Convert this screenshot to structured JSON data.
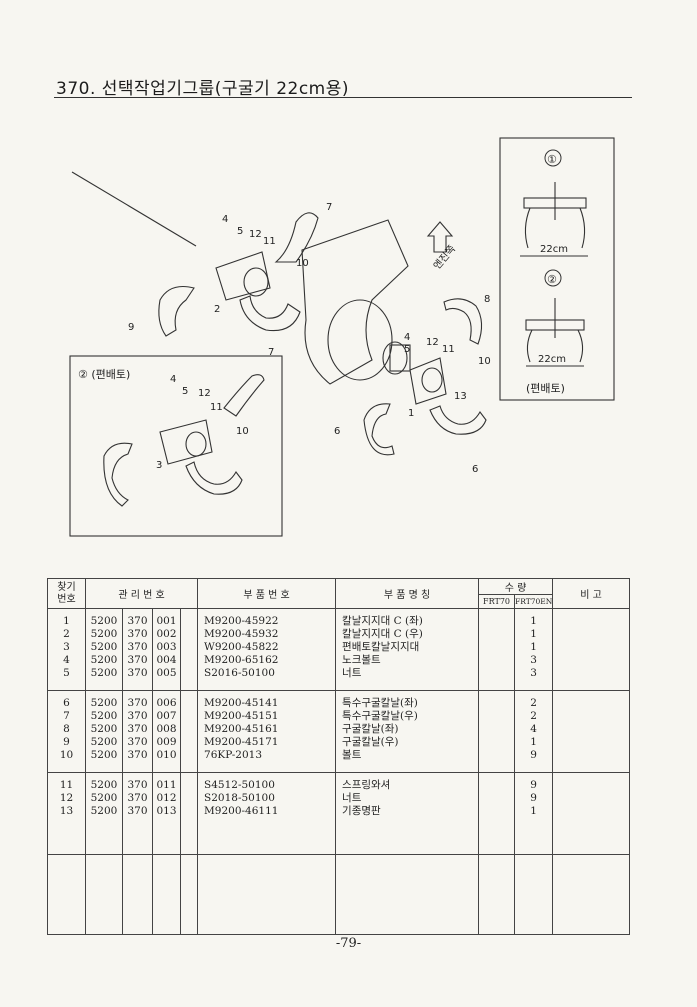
{
  "page": {
    "title": "370. 선택작업기그룹(구굴기 22cm용)",
    "page_number": "-79-"
  },
  "diagram": {
    "engine_direction_label": "엔진쪽",
    "inset_label": "② (편배토)",
    "side_box": {
      "marker_1": "①",
      "marker_2": "②",
      "dim_1": "22cm",
      "dim_2": "22cm",
      "caption": "(편배토)"
    },
    "callouts": {
      "main_4": "4",
      "main_5": "5",
      "main_12": "12",
      "main_11": "11",
      "main_7a": "7",
      "main_10": "10",
      "main_2": "2",
      "main_9": "9",
      "main_7b": "7",
      "right_8": "8",
      "right_4": "4",
      "right_12": "12",
      "right_5": "5",
      "right_11": "11",
      "right_10": "10",
      "right_13": "13",
      "right_1": "1",
      "right_6a": "6",
      "right_6b": "6",
      "inset_4": "4",
      "inset_5": "5",
      "inset_12": "12",
      "inset_11": "11",
      "inset_10": "10",
      "inset_3": "3"
    }
  },
  "table": {
    "headers": {
      "no": "찾기\n번호",
      "mgmt": "관 리 번 호",
      "part_no": "부 품 번 호",
      "part_name": "부 품 명 칭",
      "qty": "수 량",
      "qty_a": "FRT70",
      "qty_b": "FRT70EN",
      "remark": "비 고"
    },
    "groups": [
      [
        {
          "no": "1",
          "m1": "5200",
          "m2": "370",
          "m3": "001",
          "part_no": "M9200-45922",
          "name": "칼날지지대 C (좌)",
          "qa": "",
          "qb": "1"
        },
        {
          "no": "2",
          "m1": "5200",
          "m2": "370",
          "m3": "002",
          "part_no": "M9200-45932",
          "name": "칼날지지대 C (우)",
          "qa": "",
          "qb": "1"
        },
        {
          "no": "3",
          "m1": "5200",
          "m2": "370",
          "m3": "003",
          "part_no": "W9200-45822",
          "name": "편배토칼날지지대",
          "qa": "",
          "qb": "1"
        },
        {
          "no": "4",
          "m1": "5200",
          "m2": "370",
          "m3": "004",
          "part_no": "M9200-65162",
          "name": "노크볼트",
          "qa": "",
          "qb": "3"
        },
        {
          "no": "5",
          "m1": "5200",
          "m2": "370",
          "m3": "005",
          "part_no": "S2016-50100",
          "name": "너트",
          "qa": "",
          "qb": "3"
        }
      ],
      [
        {
          "no": "6",
          "m1": "5200",
          "m2": "370",
          "m3": "006",
          "part_no": "M9200-45141",
          "name": "특수구굴칼날(좌)",
          "qa": "",
          "qb": "2"
        },
        {
          "no": "7",
          "m1": "5200",
          "m2": "370",
          "m3": "007",
          "part_no": "M9200-45151",
          "name": "특수구굴칼날(우)",
          "qa": "",
          "qb": "2"
        },
        {
          "no": "8",
          "m1": "5200",
          "m2": "370",
          "m3": "008",
          "part_no": "M9200-45161",
          "name": "구굴칼날(좌)",
          "qa": "",
          "qb": "4"
        },
        {
          "no": "9",
          "m1": "5200",
          "m2": "370",
          "m3": "009",
          "part_no": "M9200-45171",
          "name": "구굴칼날(우)",
          "qa": "",
          "qb": "1"
        },
        {
          "no": "10",
          "m1": "5200",
          "m2": "370",
          "m3": "010",
          "part_no": "76KP-2013",
          "name": "볼트",
          "qa": "",
          "qb": "9"
        }
      ],
      [
        {
          "no": "11",
          "m1": "5200",
          "m2": "370",
          "m3": "011",
          "part_no": "S4512-50100",
          "name": "스프링와셔",
          "qa": "",
          "qb": "9"
        },
        {
          "no": "12",
          "m1": "5200",
          "m2": "370",
          "m3": "012",
          "part_no": "S2018-50100",
          "name": "너트",
          "qa": "",
          "qb": "9"
        },
        {
          "no": "13",
          "m1": "5200",
          "m2": "370",
          "m3": "013",
          "part_no": "M9200-46111",
          "name": "기종명판",
          "qa": "",
          "qb": "1"
        }
      ]
    ]
  }
}
